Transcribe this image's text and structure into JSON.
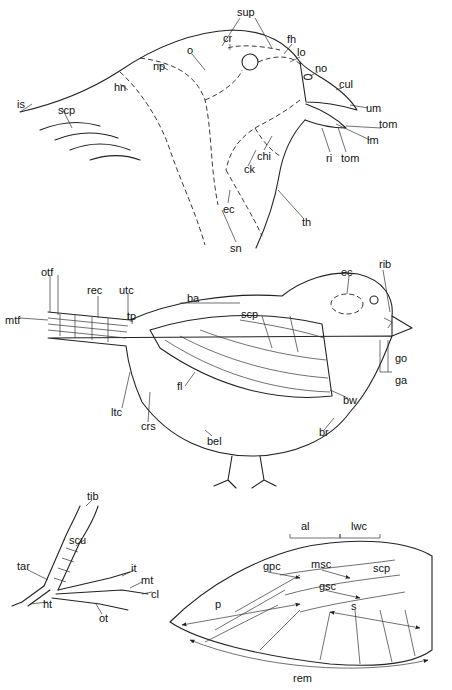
{
  "diagram": {
    "labels": [
      "sup",
      "cr",
      "fh",
      "o",
      "lo",
      "np",
      "no",
      "cul",
      "hn",
      "um",
      "is",
      "scp",
      "tom",
      "lm",
      "ri",
      "tom",
      "chi",
      "ck",
      "ec",
      "sn",
      "th",
      "ec",
      "rib",
      "otf",
      "rec",
      "utc",
      "ba",
      "scp",
      "mtf",
      "tp",
      "go",
      "ga",
      "bw",
      "ltc",
      "crs",
      "fl",
      "br",
      "bel",
      "tib",
      "scu",
      "tar",
      "it",
      "mt",
      "cl",
      "ht",
      "ot",
      "al",
      "lwc",
      "gpc",
      "msc",
      "scp",
      "p",
      "gsc",
      "s",
      "rem"
    ]
  }
}
